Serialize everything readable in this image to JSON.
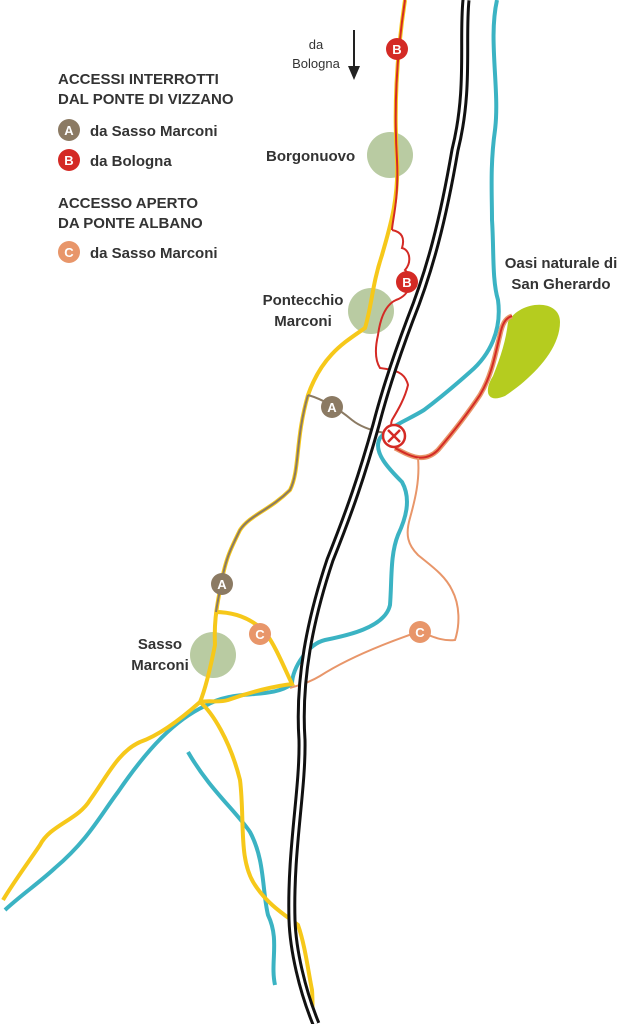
{
  "colors": {
    "river": "#3bb3c3",
    "road_yellow": "#f6c81a",
    "route_A": "#8b7a63",
    "route_B": "#d42a25",
    "route_C": "#e8966a",
    "town": "#b9cba2",
    "park": "#b5cc1f",
    "rail": "#111111"
  },
  "direction": {
    "line1": "da",
    "line2": "Bologna",
    "icon": "arrow-down-icon"
  },
  "legend": {
    "closed_title_1": "ACCESSI INTERROTTI",
    "closed_title_2": "DAL PONTE DI VIZZANO",
    "closed_items": [
      {
        "letter": "A",
        "text": "da Sasso Marconi"
      },
      {
        "letter": "B",
        "text": "da Bologna"
      }
    ],
    "open_title_1": "ACCESSO APERTO",
    "open_title_2": "DA PONTE ALBANO",
    "open_items": [
      {
        "letter": "C",
        "text": "da Sasso Marconi"
      }
    ]
  },
  "places": {
    "borgonuovo": "Borgonuovo",
    "pontecchio_1": "Pontecchio",
    "pontecchio_2": "Marconi",
    "sasso_1": "Sasso",
    "sasso_2": "Marconi",
    "oasi_1": "Oasi naturale di",
    "oasi_2": "San Gherardo"
  },
  "markers": {
    "A": "A",
    "B": "B",
    "C": "C",
    "closed_icon": "closed-bridge-icon"
  }
}
